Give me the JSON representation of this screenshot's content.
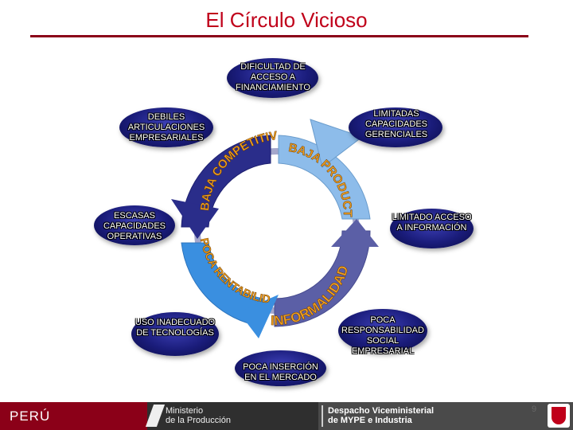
{
  "title": "El Círculo Vicioso",
  "nodes": {
    "dificultad": "DIFICULTAD DE ACCESO A FINANCIAMIENTO",
    "limitadas": "LIMITADAS CAPACIDADES GERENCIALES",
    "limitado": "LIMITADO ACCESO A INFORMACIÓN",
    "poca_resp": "POCA RESPONSABILIDAD SOCIAL EMPRESARIAL",
    "poca_insercion": "POCA INSERCIÓN EN EL MERCADO",
    "uso": "USO INADECUADO DE TECNOLOGÍAS",
    "escasas": "ESCASAS CAPACIDADES OPERATIVAS",
    "debiles": "DEBILES ARTICULACIONES EMPRESARIALES"
  },
  "arrows": {
    "competitividad": "BAJA COMPETITIVIDAD",
    "productividad": "BAJA PRODUCTIVIDAD",
    "informalidad": "INFORMALIDAD",
    "rentabilidad": "POCA RENTABILIDAD"
  },
  "colors": {
    "title": "#c0001a",
    "arrow_top_right": "#7fb4e8",
    "arrow_right": "#5a5fa8",
    "arrow_bottom_left": "#3a8fe0",
    "arrow_left": "#2a2d8a",
    "node_oval": "#1a1c7a",
    "footer_red": "#8b0018"
  },
  "footer": {
    "country": "PERÚ",
    "ministry_line1": "Ministerio",
    "ministry_line2": "de la Producción",
    "office_line1": "Despacho Viceministerial",
    "office_line2": "de MYPE e Industria"
  },
  "page_number": "9"
}
